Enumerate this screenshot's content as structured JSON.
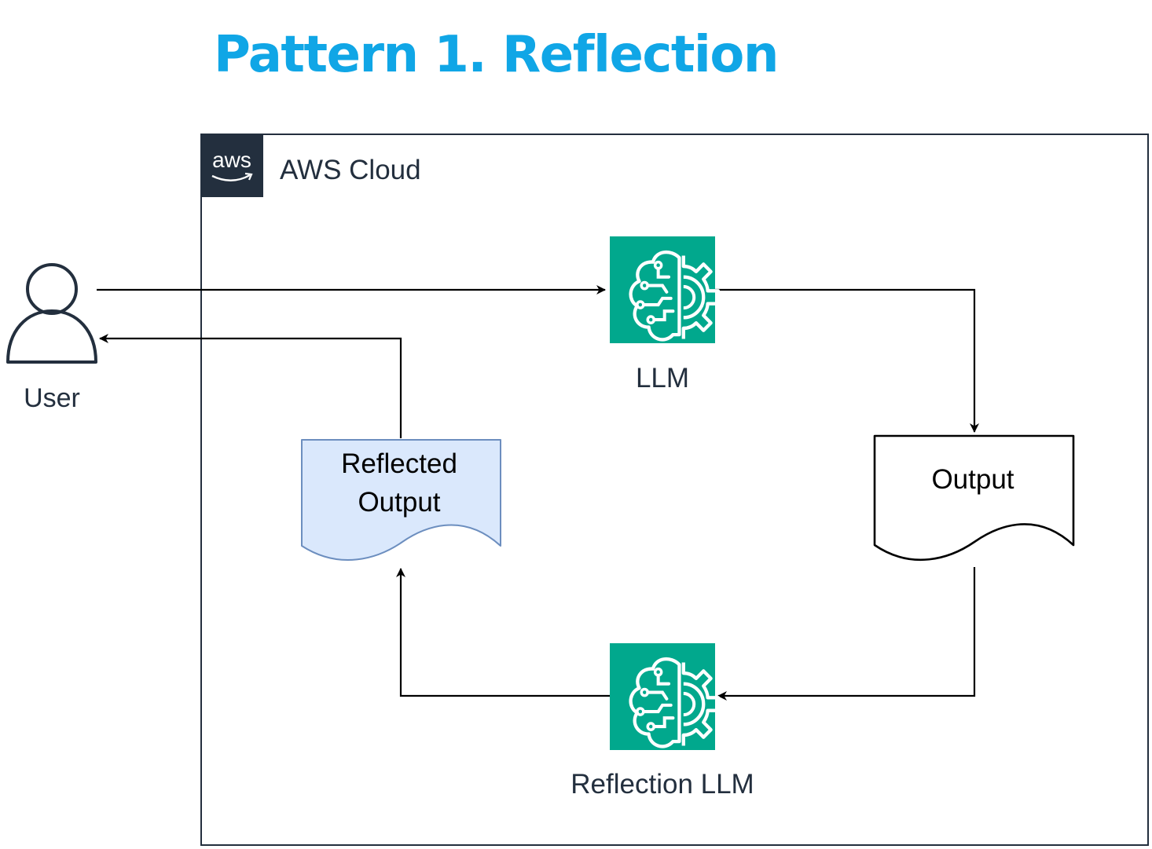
{
  "title": "Pattern 1. Reflection",
  "cloud": {
    "logo_text": "aws",
    "label": "AWS Cloud",
    "logo_icon": "aws-logo-icon"
  },
  "user": {
    "label": "User",
    "icon": "user-icon"
  },
  "llm": {
    "label": "LLM",
    "icon": "brain-gear-icon"
  },
  "output": {
    "label": "Output"
  },
  "reflection_llm": {
    "label": "Reflection LLM",
    "icon": "brain-gear-icon"
  },
  "reflected_output": {
    "line1": "Reflected",
    "line2": "Output"
  },
  "colors": {
    "title": "#10a6e6",
    "aws_header": "#232f3e",
    "llm_green": "#01a88d",
    "reflected_fill": "#dae8fc",
    "reflected_stroke": "#6c8ebf",
    "line": "#000000",
    "text": "#232f3e"
  }
}
